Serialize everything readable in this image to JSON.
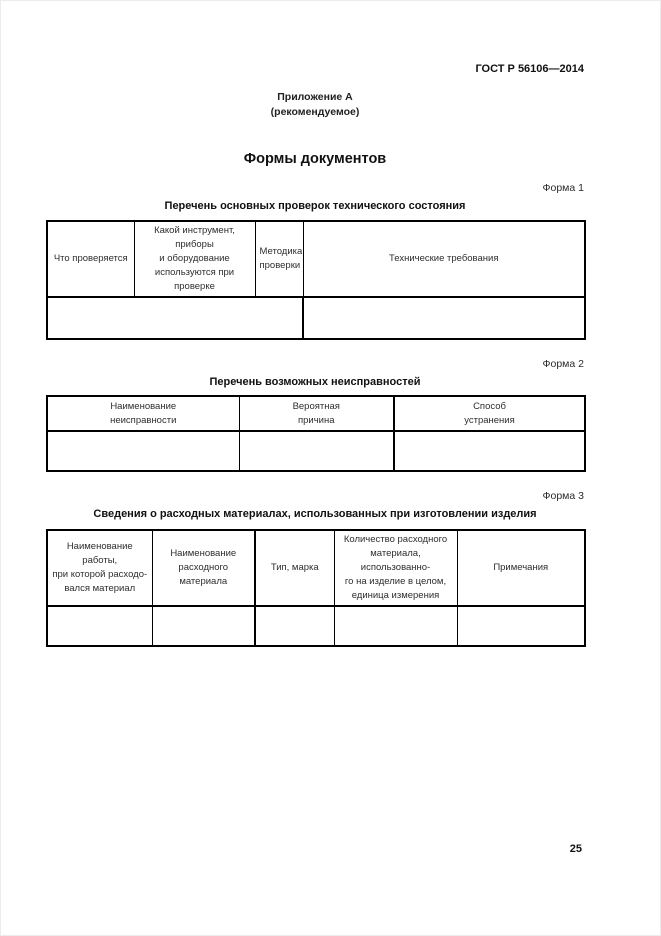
{
  "header": {
    "doc_number": "ГОСТ Р 56106—2014",
    "annex_line1": "Приложение А",
    "annex_line2": "(рекомендуемое)",
    "title": "Формы документов"
  },
  "forms": [
    {
      "label": "Форма 1",
      "title": "Перечень основных проверок технического состояния",
      "columns": [
        "Что проверяется",
        "Какой инструмент, приборы\nи оборудование\nиспользуются при проверке",
        "Методика\nпроверки",
        "Технические требования"
      ]
    },
    {
      "label": "Форма 2",
      "title": "Перечень возможных неисправностей",
      "columns": [
        "Наименование\nнеисправности",
        "Вероятная\nпричина",
        "Способ\nустранения"
      ]
    },
    {
      "label": "Форма 3",
      "title": "Сведения о расходных материалах, использованных при изготовлении изделия",
      "columns": [
        "Наименование работы,\nпри которой расходо-\nвался материал",
        "Наименование\nрасходного материала",
        "Тип, марка",
        "Количество расходного\nматериала, использованно-\nго на изделие в целом,\nединица измерения",
        "Примечания"
      ]
    }
  ],
  "footer": {
    "page_number": "25"
  }
}
